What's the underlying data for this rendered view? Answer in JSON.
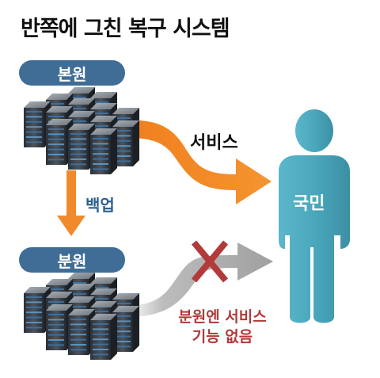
{
  "title": "반쪽에 그친 복구 시스템",
  "primary_site": {
    "label": "본원"
  },
  "backup_site": {
    "label": "분원"
  },
  "flows": {
    "service_label": "서비스",
    "backup_label": "백업",
    "failed_label_line1": "분원엔 서비스",
    "failed_label_line2": "기능 없음"
  },
  "recipient": {
    "label": "국민"
  },
  "colors": {
    "pill": "#3f6d96",
    "service_arrow": "#f08a2c",
    "failed_arrow": "#9e9e9e",
    "cross": "#b23a3a",
    "person": "#4aa7bc",
    "backup_text": "#2d5f8f"
  }
}
